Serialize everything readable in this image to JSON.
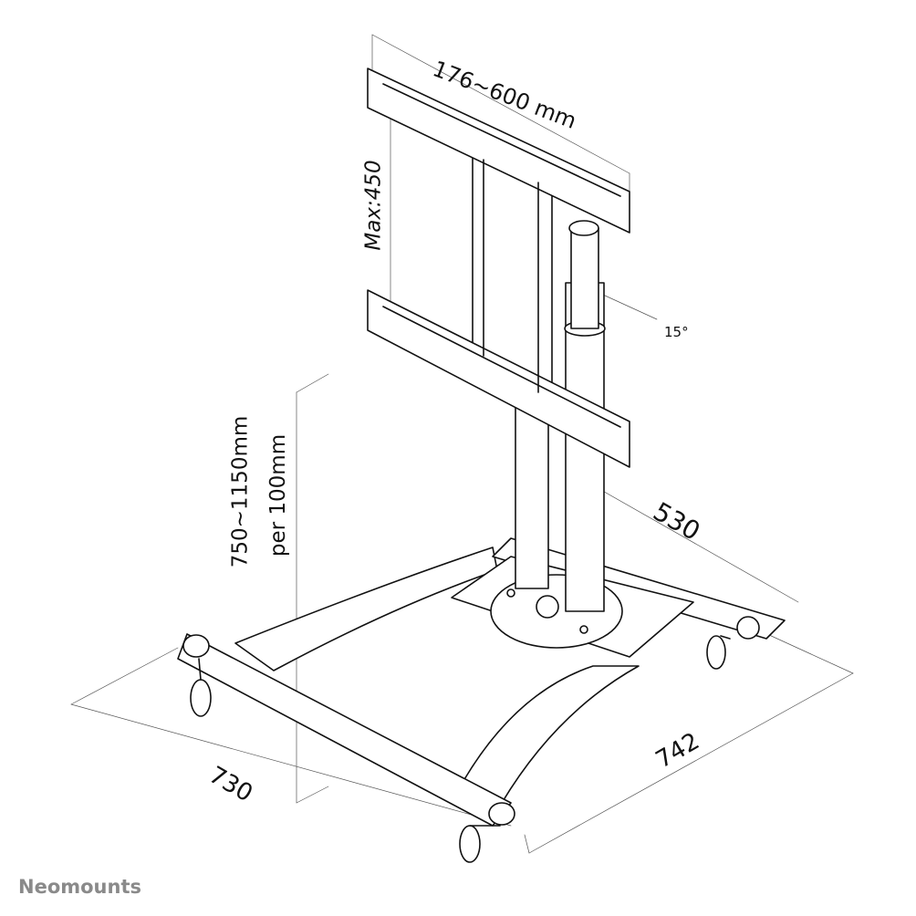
{
  "dimensions": {
    "vesa_width": "176~600 mm",
    "vesa_height": "Max:450",
    "tilt": "15°",
    "height_range": "750~1150mm",
    "height_step": "per 100mm",
    "depth": "530",
    "base_length": "742",
    "base_width": "730"
  },
  "brand": {
    "logo_text": "Neomounts",
    "color": "#8a8a8a"
  },
  "line_color": "#111111"
}
